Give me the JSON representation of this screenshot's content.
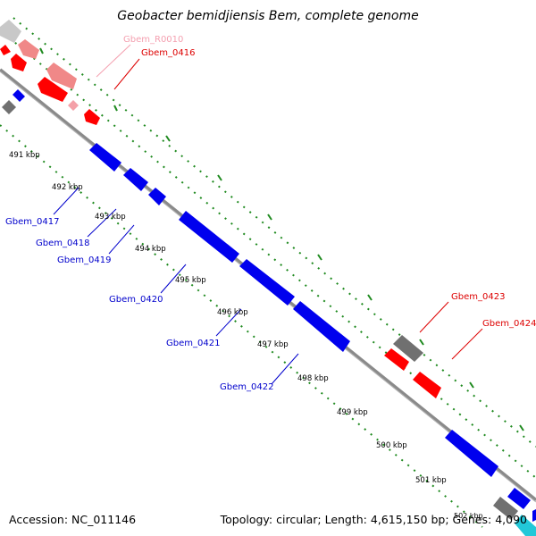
{
  "title": "Geobacter bemidjiensis Bem, complete genome",
  "footer": {
    "accession": "Accession: NC_011146",
    "topology": "Topology: circular; Length: 4,615,150 bp; Genes: 4,090",
    "corner": "502 kbp"
  },
  "colors": {
    "backbone": "#8a8a8a",
    "guide_dots": "#1f8a1f",
    "forward_gene": "#ff0000",
    "reverse_gene": "#0000ee",
    "rna_gene": "#f4a0a8",
    "pseudo_gene": "#707070",
    "highlight_gene": "#22c8d8"
  },
  "ticks": [
    "491 kbp",
    "492 kbp",
    "493 kbp",
    "494 kbp",
    "495 kbp",
    "496 kbp",
    "497 kbp",
    "498 kbp",
    "499 kbp",
    "500 kbp",
    "501 kbp"
  ],
  "gene_labels": [
    {
      "id": "gbem-r0010",
      "text": "Gbem_R0010",
      "color": "#f4a0b0"
    },
    {
      "id": "gbem-0416",
      "text": "Gbem_0416",
      "color": "#dd0000"
    },
    {
      "id": "gbem-0417",
      "text": "Gbem_0417",
      "color": "#0000cc"
    },
    {
      "id": "gbem-0418",
      "text": "Gbem_0418",
      "color": "#0000cc"
    },
    {
      "id": "gbem-0419",
      "text": "Gbem_0419",
      "color": "#0000cc"
    },
    {
      "id": "gbem-0420",
      "text": "Gbem_0420",
      "color": "#0000cc"
    },
    {
      "id": "gbem-0421",
      "text": "Gbem_0421",
      "color": "#0000cc"
    },
    {
      "id": "gbem-0422",
      "text": "Gbem_0422",
      "color": "#0000cc"
    },
    {
      "id": "gbem-0423",
      "text": "Gbem_0423",
      "color": "#dd0000"
    },
    {
      "id": "gbem-0424",
      "text": "Gbem_0424",
      "color": "#dd0000"
    }
  ]
}
